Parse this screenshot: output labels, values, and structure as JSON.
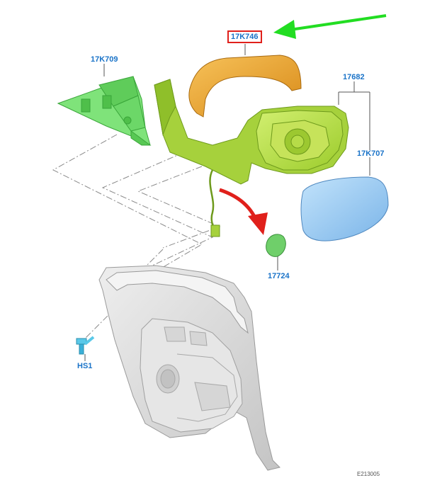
{
  "labels": {
    "cover": "17K746",
    "bracket": "17K709",
    "mirror_assembly": "17682",
    "glass": "17K707",
    "cap": "17724",
    "bolt": "HS1"
  },
  "drawing_number": "E213005",
  "colors": {
    "label_blue": "#1a73c8",
    "highlight_red": "#e0201b",
    "pointer_green": "#22dd22",
    "green_part": "#7fe37a",
    "yellow_green_part": "#b8e04a",
    "orange_part": "#f0a830",
    "blue_glass": "#9ccdf0",
    "door_gray": "#dcdcdc"
  }
}
